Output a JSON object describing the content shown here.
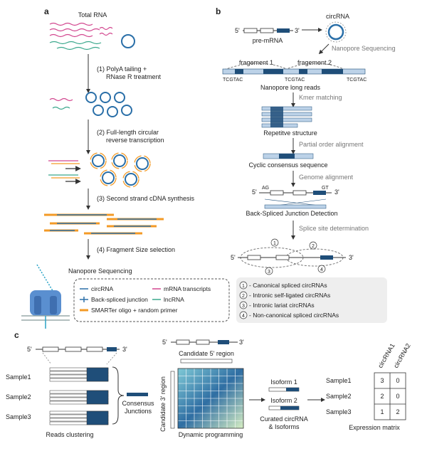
{
  "panels": {
    "a": "a",
    "b": "b",
    "c": "c"
  },
  "panel_a": {
    "title": "Total RNA",
    "step1": "(1)  PolyA tailing +",
    "step1b": "RNase R treatment",
    "step2": "(2)  Full-length circular",
    "step2b": "reverse transcription",
    "step3": "(3)  Second strand cDNA synthesis",
    "step4": "(4)  Fragment Size selection",
    "final": "Nanopore Sequencing"
  },
  "legend_a": {
    "circrna": "circRNA",
    "mrna": "mRNA transcripts",
    "bsj": "Back-spliced junction",
    "lncrna": "lncRNA",
    "oligo": "SMARTer oligo + random primer"
  },
  "panel_b": {
    "five": "5'",
    "three": "3'",
    "premrna": "pre-mRNA",
    "circrna": "circRNA",
    "nanopore": "Nanopore Sequencing",
    "frag1": "fragement 1",
    "frag2": "fragement 2",
    "motif": "TCGTAC",
    "reads": "Nanopore long reads",
    "kmer": "Kmer matching",
    "repetitive": "Repetitve structure",
    "poa": "Partial order alignment",
    "consensus": "Cyclic consensus sequence",
    "genome": "Genome alignment",
    "ag": "AG",
    "gt": "GT",
    "bsjd": "Back-Spliced Junction Detection",
    "splice": "Splice site determination",
    "n1": "1",
    "n2": "2",
    "n3": "3",
    "n4": "4"
  },
  "legend_b": [
    {
      "num": "1",
      "text": "- Canonical spliced circRNAs"
    },
    {
      "num": "2",
      "text": "- Intronic self-ligated circRNAs"
    },
    {
      "num": "3",
      "text": "- Intronic lariat circRNAs"
    },
    {
      "num": "4",
      "text": "- Non-canonical spliced circRNAs"
    }
  ],
  "panel_c": {
    "five": "5'",
    "three": "3'",
    "samples": [
      "Sample1",
      "Sample2",
      "Sample3"
    ],
    "clustering": "Reads clustering",
    "consensus1": "Consensus",
    "consensus2": "Junctions",
    "cand5": "Candidate 5' region",
    "cand3": "Candidate 3' region",
    "dp": "Dynamic programming",
    "iso1": "Isoform 1",
    "iso2": "Isoform 2",
    "curated1": "Curated circRNA",
    "curated2": "& Isoforms",
    "matrix_cols": [
      "circRNA1",
      "circRNA2"
    ],
    "matrix_rows": [
      "Sample1",
      "Sample2",
      "Sample3"
    ],
    "matrix_values": [
      [
        "3",
        "0"
      ],
      [
        "2",
        "0"
      ],
      [
        "1",
        "2"
      ]
    ],
    "matrix_label": "Expression matrix"
  },
  "colors": {
    "blue": "#2a6fa8",
    "dark": "#1f4e79",
    "pink": "#d2478f",
    "green": "#3aa88c",
    "orange": "#f39a26",
    "cyan": "#2aa3c6",
    "navy": "#2a4a7a"
  }
}
